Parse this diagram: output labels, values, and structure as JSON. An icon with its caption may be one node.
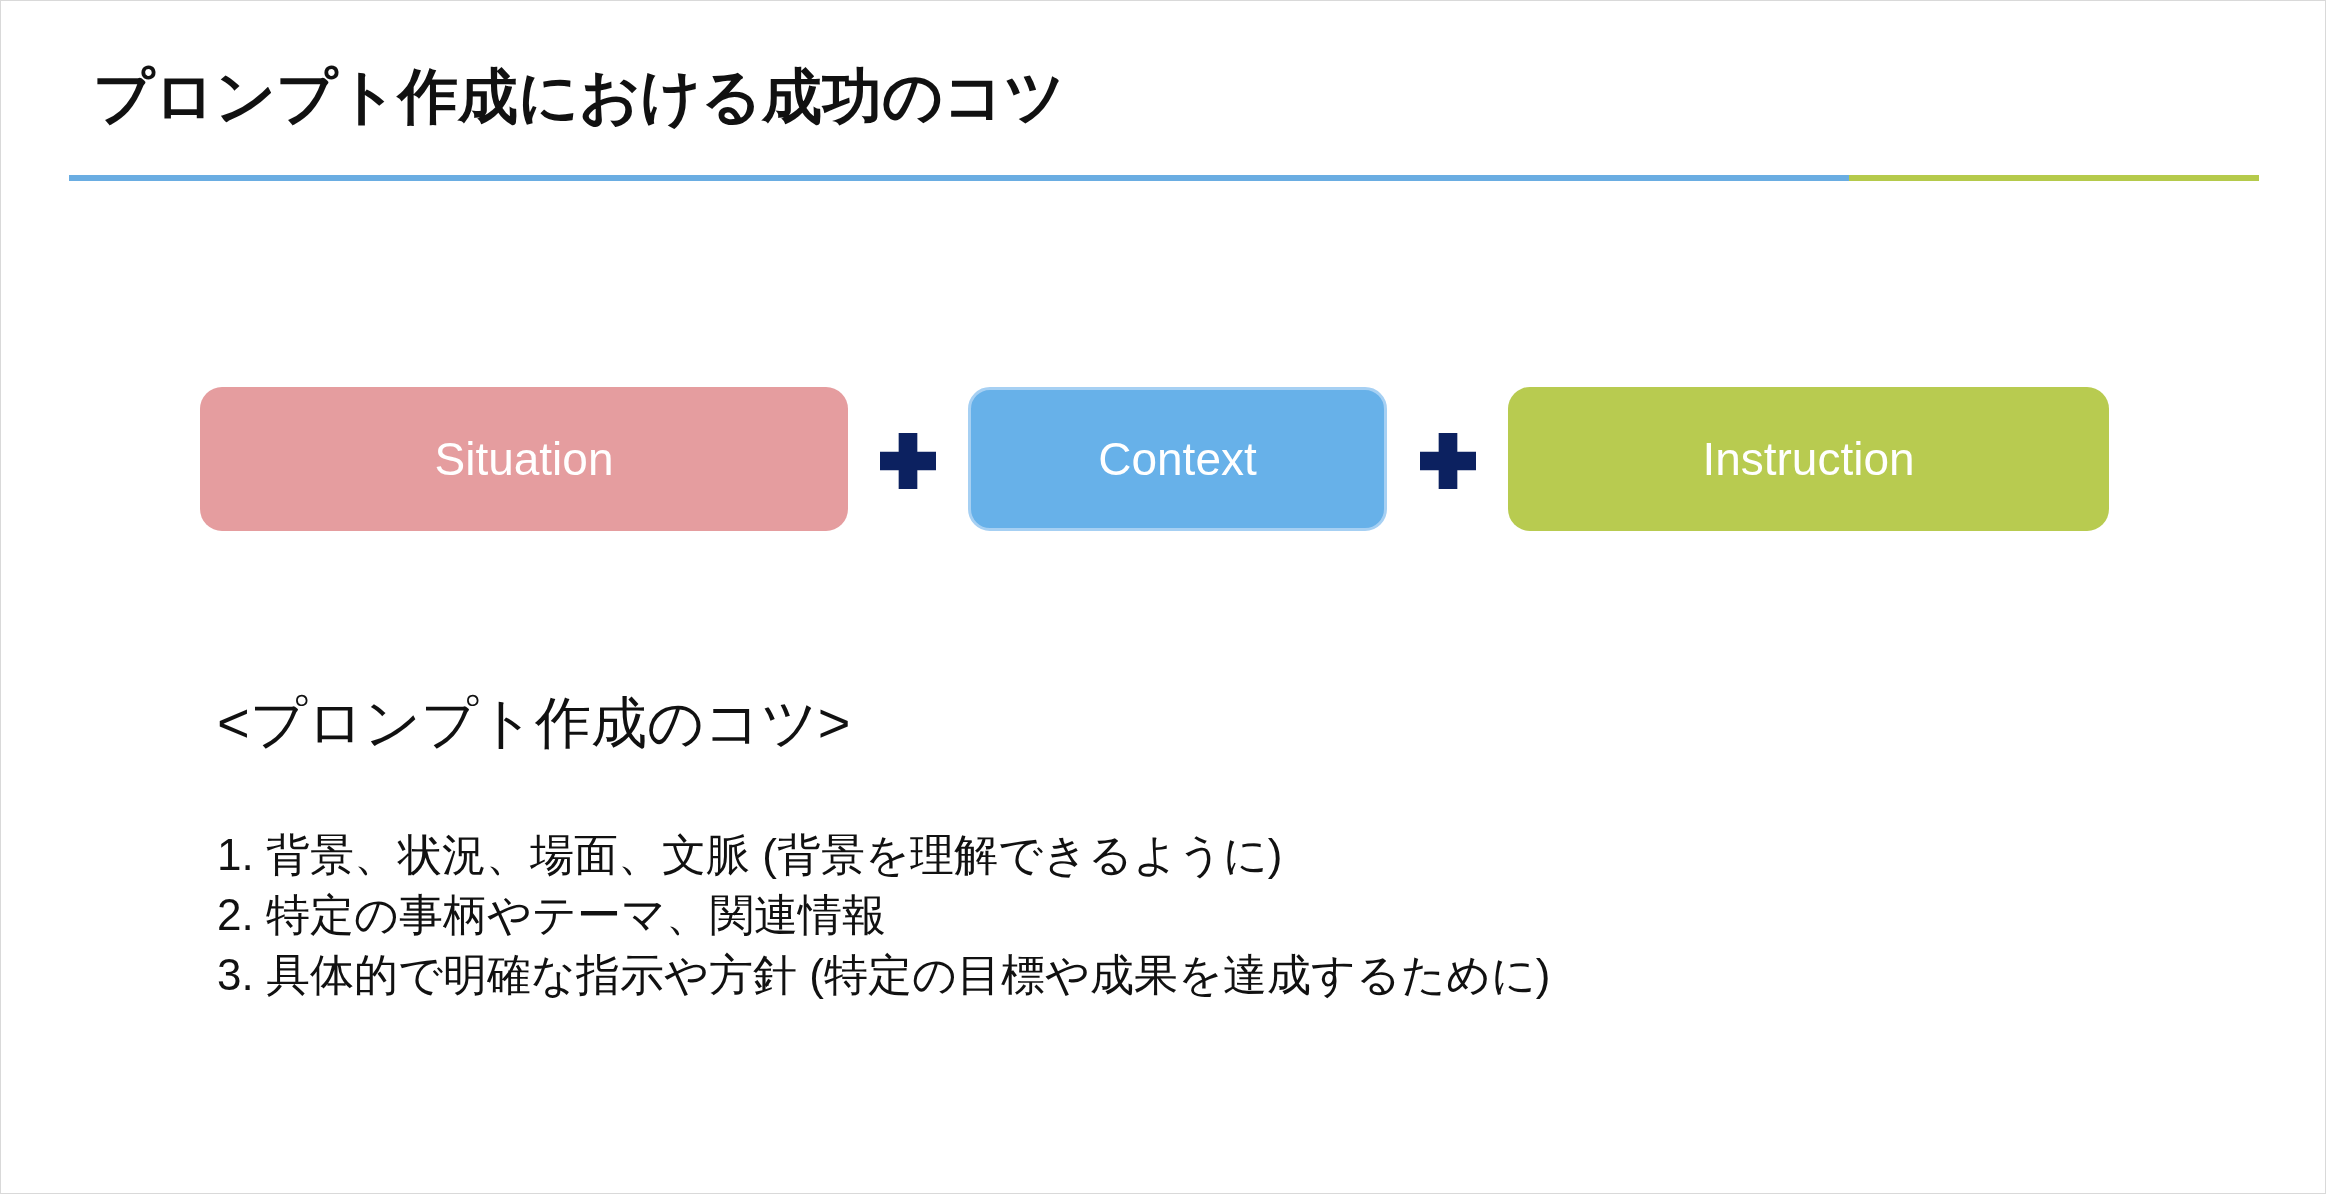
{
  "diagram": {
    "title": "プロンプト作成における成功のコツ",
    "nodes": [
      {
        "text": [
          "Situation"
        ]
      },
      {
        "text": [
          "Context"
        ]
      },
      {
        "text": [
          "Instruction"
        ]
      }
    ],
    "labels": [
      "<プロンプト作成のコツ>",
      "1. 背景、状況、場面、文脈 (背景を理解できるように)",
      "2. 特定の事柄やテーマ、関連情報",
      "3. 具体的で明確な指示や方針 (特定の目標や成果を達成するために)"
    ]
  }
}
